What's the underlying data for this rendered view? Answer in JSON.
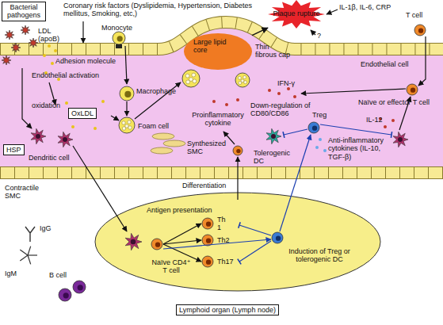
{
  "diagram": {
    "nodes": [
      {
        "text": [
          "Bacterial pathogens"
        ]
      },
      {
        "text": [
          "Large lipid core"
        ]
      },
      {
        "text": [
          "Plaque rupture"
        ]
      },
      {
        "text": [
          "OxLDL"
        ]
      },
      {
        "text": [
          "HSP"
        ]
      },
      {
        "text": [
          "Lymphoid organ (Lymph node)"
        ]
      }
    ],
    "edges": [
      {
        "from": 1,
        "to": 2,
        "arrow": "to"
      }
    ],
    "labels": [
      "Coronary risk factors (Dyslipidemia, Hypertension, Diabetes mellitus, Smoking, etc,)",
      "LDL (apoB)",
      "Monocyte",
      "Adhesion molecule",
      "IL-1β, IL-6, CRP",
      "?",
      "T cell",
      "Endothelial cell",
      "Thin fibrous cap",
      "Endothelial activation",
      "Macrophage",
      "oxidation",
      "IFN-γ",
      "Naïve or effector T cell",
      "Foam cell",
      "Proinflammatory cytokine",
      "Down-regulation of CD80/CD86",
      "Treg",
      "IL-12",
      "Dendritic cell",
      "Synthesized SMC",
      "Tolerogenic DC",
      "Anti-inflammatory cytokines (IL-10, TGF-β)",
      "Contractile SMC",
      "Differentiation",
      "Antigen presentation",
      "Th 1",
      "Th2",
      "Th17",
      "IgG",
      "IgM",
      "B cell",
      "Naïve CD4⁺ T cell",
      "Induction of Treg or tolerogenic DC"
    ]
  }
}
